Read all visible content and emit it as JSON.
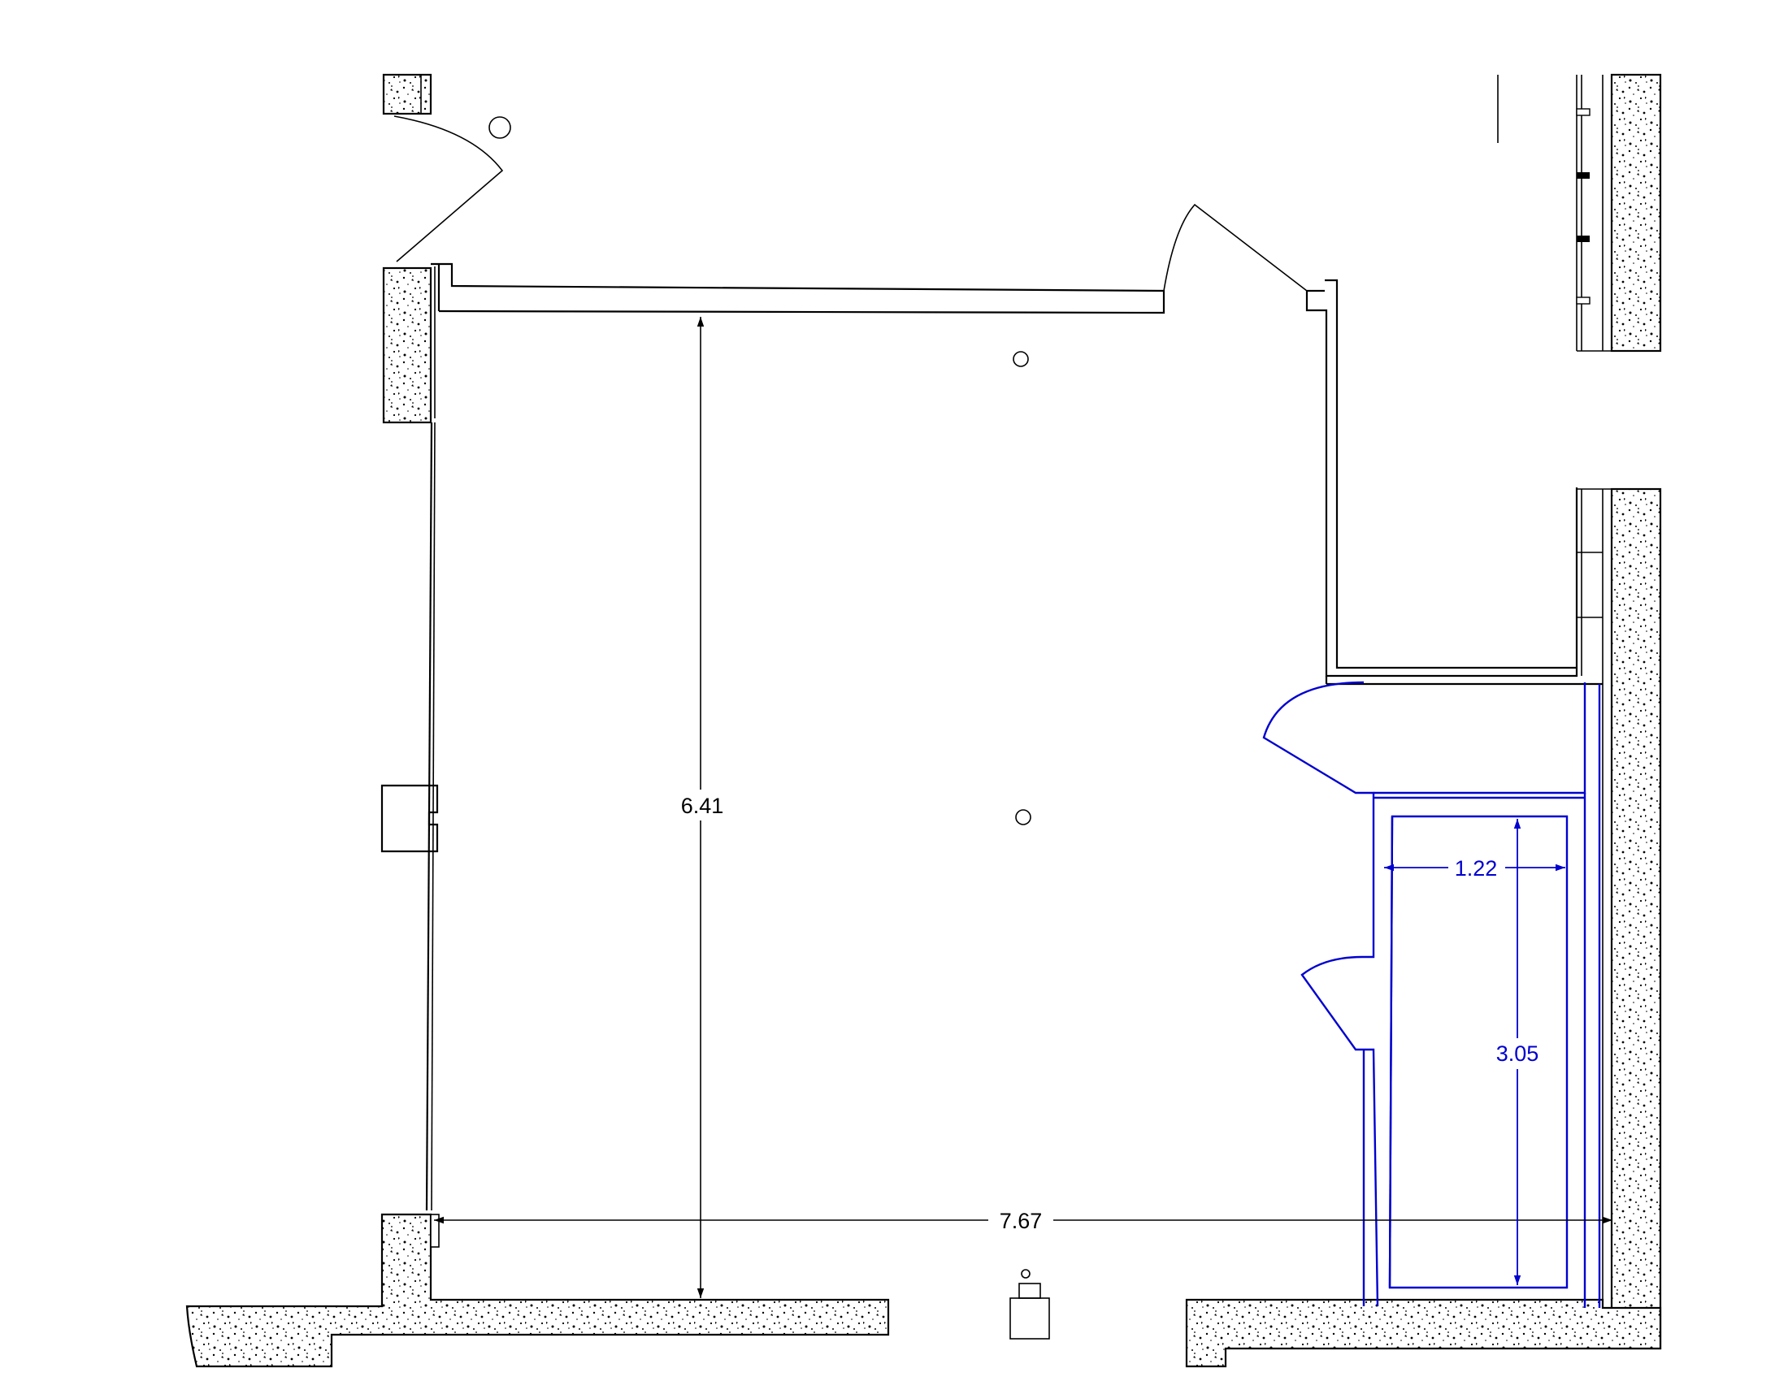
{
  "dimensions": {
    "room_height": "6.41",
    "room_width": "7.67",
    "closet_width": "1.22",
    "closet_depth": "3.05"
  },
  "colors": {
    "line": "#000000",
    "annotation": "#0000d0"
  }
}
